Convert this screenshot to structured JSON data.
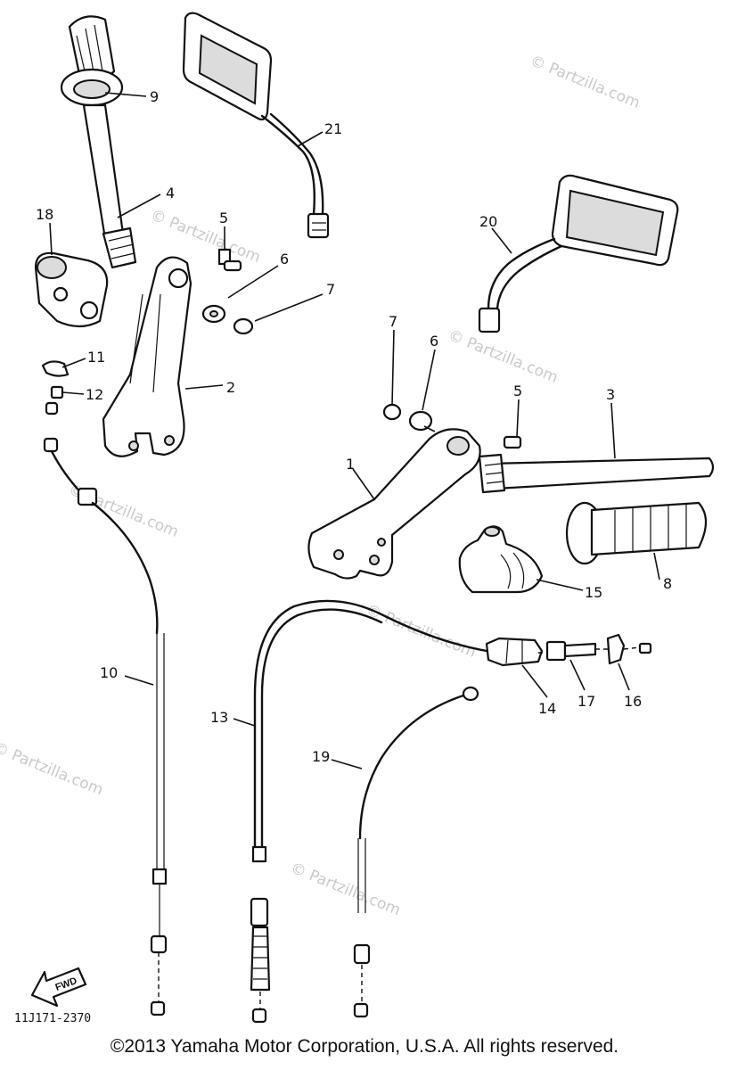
{
  "diagram": {
    "callouts": {
      "c1": "1",
      "c2": "2",
      "c3": "3",
      "c4": "4",
      "c5a": "5",
      "c5b": "5",
      "c6a": "6",
      "c6b": "6",
      "c7a": "7",
      "c7b": "7",
      "c8": "8",
      "c9": "9",
      "c10": "10",
      "c11": "11",
      "c12": "12",
      "c13": "13",
      "c14": "14",
      "c15": "15",
      "c16": "16",
      "c17": "17",
      "c18": "18",
      "c19": "19",
      "c20": "20",
      "c21": "21"
    },
    "drawing_code": "11J171-2370",
    "fwd_label": "FWD",
    "watermark": "© Partzilla.com"
  },
  "footer": {
    "copyright": "©2013 Yamaha Motor Corporation, U.S.A. All rights reserved."
  }
}
